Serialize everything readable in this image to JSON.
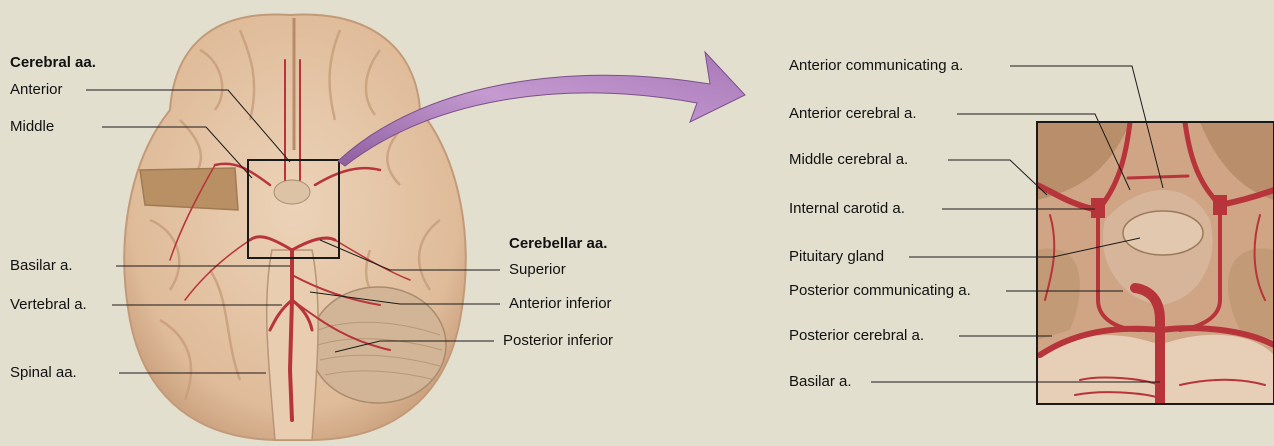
{
  "left_labels": {
    "cerebral_header": "Cerebral aa.",
    "anterior": "Anterior",
    "middle": "Middle",
    "basilar": "Basilar a.",
    "vertebral": "Vertebral a.",
    "spinal": "Spinal aa."
  },
  "cerebellar": {
    "header": "Cerebellar aa.",
    "superior": "Superior",
    "anterior_inferior": "Anterior inferior",
    "posterior_inferior": "Posterior inferior"
  },
  "detail_labels": {
    "anterior_communicating": "Anterior communicating a.",
    "anterior_cerebral": "Anterior cerebral a.",
    "middle_cerebral": "Middle cerebral a.",
    "internal_carotid": "Internal carotid a.",
    "pituitary_gland": "Pituitary gland",
    "posterior_communicating": "Posterior communicating a.",
    "posterior_cerebral": "Posterior cerebral a.",
    "basilar": "Basilar a."
  },
  "colors": {
    "background": "#e3dfcf",
    "brain": "#e6c7a8",
    "artery": "#b8343b",
    "arrow": "#b889c2"
  }
}
